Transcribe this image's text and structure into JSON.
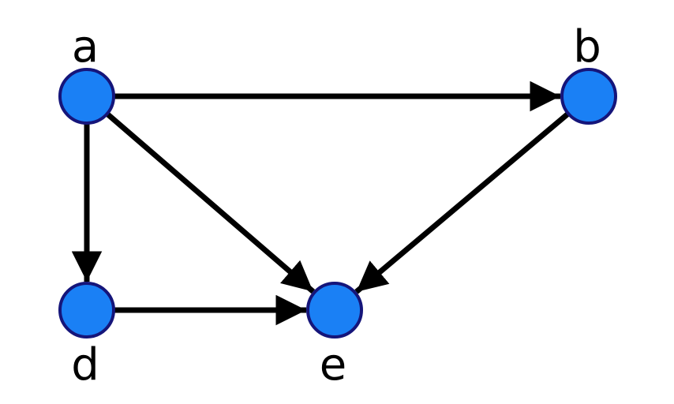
{
  "diagram": {
    "type": "directed-graph",
    "nodes": [
      {
        "id": "a",
        "label": "a"
      },
      {
        "id": "b",
        "label": "b"
      },
      {
        "id": "d",
        "label": "d"
      },
      {
        "id": "e",
        "label": "e"
      }
    ],
    "edges": [
      {
        "from": "a",
        "to": "b"
      },
      {
        "from": "a",
        "to": "d"
      },
      {
        "from": "a",
        "to": "e"
      },
      {
        "from": "b",
        "to": "e"
      },
      {
        "from": "d",
        "to": "e"
      }
    ],
    "colors": {
      "node_fill": "#1a80f5",
      "node_stroke": "#15157a",
      "edge": "#000000"
    }
  }
}
